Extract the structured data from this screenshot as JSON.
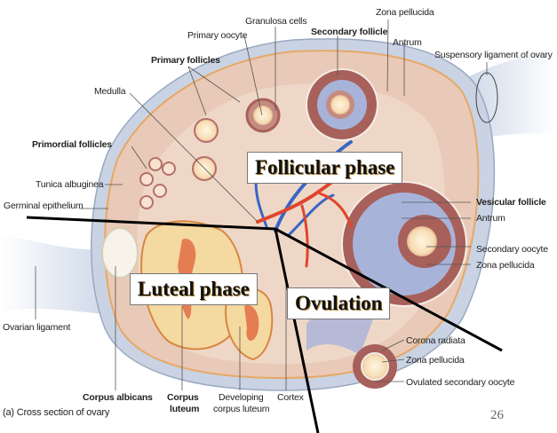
{
  "figure": {
    "caption": "(a) Cross section of ovary",
    "page_number": "26",
    "colors": {
      "stroma": "#e9c9b7",
      "capsule": "#c9d3e3",
      "follicle_wall": "#a8605a",
      "antrum": "#a8b3d9",
      "luteum": "#f4d9a1",
      "artery": "#e0452c",
      "vein": "#3a66c4",
      "phase_text_shadow": "#a57a2a"
    }
  },
  "phases": {
    "follicular": "Follicular phase",
    "luteal": "Luteal phase",
    "ovulation": "Ovulation"
  },
  "labels": {
    "granulosa_cells": "Granulosa cells",
    "zona_pellucida_top": "Zona pellucida",
    "primary_oocyte": "Primary oocyte",
    "secondary_follicle": "Secondary follicle",
    "antrum_top": "Antrum",
    "primary_follicles": "Primary follicles",
    "suspensory_ligament": "Suspensory ligament of ovary",
    "medulla": "Medulla",
    "primordial_follicles": "Primordial follicles",
    "tunica_albuginea": "Tunica albuginea",
    "germinal_epithelium": "Germinal epithelium",
    "vesicular_follicle": "Vesicular follicle",
    "antrum_right": "Antrum",
    "secondary_oocyte": "Secondary oocyte",
    "zona_pellucida_right": "Zona pellucida",
    "ovarian_ligament": "Ovarian ligament",
    "corona_radiata": "Corona radiata",
    "zona_pellucida_bottom": "Zona pellucida",
    "ovulated_secondary_oocyte": "Ovulated secondary oocyte",
    "corpus_albicans": "Corpus albicans",
    "corpus_luteum_1": "Corpus",
    "corpus_luteum_2": "luteum",
    "developing_corpus_luteum_1": "Developing",
    "developing_corpus_luteum_2": "corpus luteum",
    "cortex": "Cortex"
  }
}
